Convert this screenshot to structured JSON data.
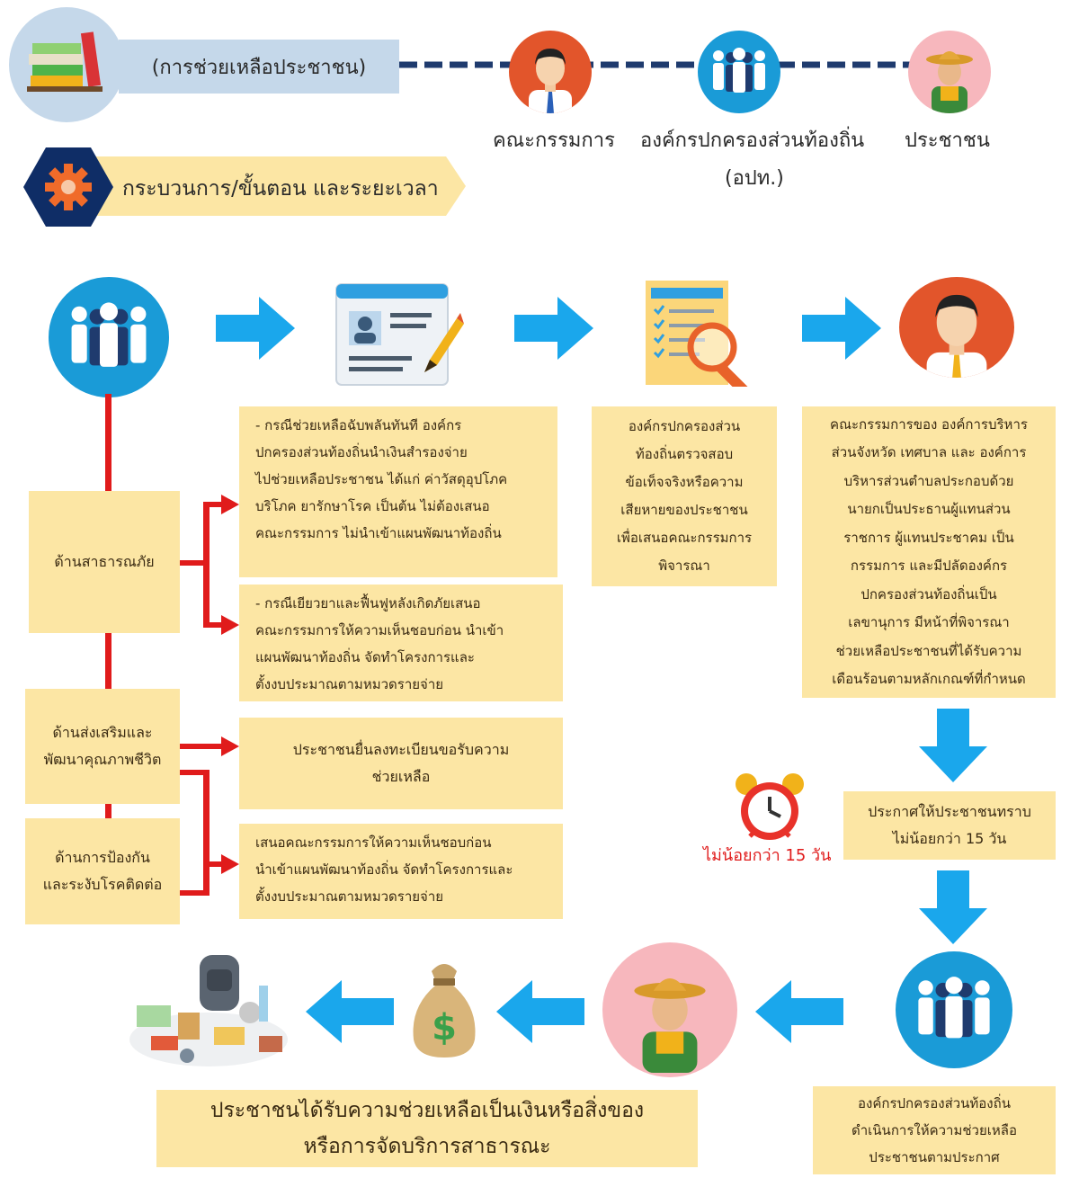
{
  "header": {
    "topic": "(การช่วยเหลือประชาชน)",
    "process_title": "กระบวนการ/ขั้นตอน และระยะเวลา",
    "roles": [
      {
        "label": "คณะกรรมการ"
      },
      {
        "label": "องค์กรปกครองส่วนท้องถิ่น",
        "sub": "(อปท.)"
      },
      {
        "label": "ประชาชน"
      }
    ]
  },
  "categories": {
    "public_disaster": "ด้านสาธารณภัย",
    "life_quality": [
      "ด้านส่งเสริมและ",
      "พัฒนาคุณภาพชีวิต"
    ],
    "disease": [
      "ด้านการป้องกัน",
      "และระงับโรคติดต่อ"
    ]
  },
  "boxes": {
    "emergency": [
      "- กรณีช่วยเหลือฉับพลันทันที องค์กร",
      "ปกครองส่วนท้องถิ่นนำเงินสำรองจ่าย",
      "ไปช่วยเหลือประชาชน ได้แก่ ค่าวัสดุอุปโภค",
      "บริโภค ยารักษาโรค เป็นต้น ไม่ต้องเสนอ",
      "คณะกรรมการ ไม่นำเข้าแผนพัฒนาท้องถิ่น"
    ],
    "recovery": [
      "- กรณีเยียวยาและฟื้นฟูหลังเกิดภัยเสนอ",
      "คณะกรรมการให้ความเห็นชอบก่อน นำเข้า",
      "แผนพัฒนาท้องถิ่น จัดทำโครงการและ",
      "ตั้งงบประมาณตามหมวดรายจ่าย"
    ],
    "register": [
      "ประชาชนยื่นลงทะเบียนขอรับความ",
      "ช่วยเหลือ"
    ],
    "propose": [
      "เสนอคณะกรรมการให้ความเห็นชอบก่อน",
      "นำเข้าแผนพัฒนาท้องถิ่น จัดทำโครงการและ",
      "ตั้งงบประมาณตามหมวดรายจ่าย"
    ],
    "inspect": [
      "องค์กรปกครองส่วน",
      "ท้องถิ่นตรวจสอบ",
      "ข้อเท็จจริงหรือความ",
      "เสียหายของประชาชน",
      "เพื่อเสนอคณะกรรมการ",
      "พิจารณา"
    ],
    "committee": [
      "คณะกรรมการของ องค์การบริหาร",
      "ส่วนจังหวัด เทศบาล และ องค์การ",
      "บริหารส่วนตำบลประกอบด้วย",
      "นายกเป็นประธานผู้แทนส่วน",
      "ราชการ ผู้แทนประชาคม เป็น",
      "กรรมการ และมีปลัดองค์กร",
      "ปกครองส่วนท้องถิ่นเป็น",
      "เลขานุการ มีหน้าที่พิจารณา",
      "ช่วยเหลือประชาชนที่ได้รับความ",
      "เดือนร้อนตามหลักเกณฑ์ที่กำหนด"
    ],
    "announce": [
      "ประกาศให้ประชาชนทราบ",
      "ไม่น้อยกว่า 15 วัน"
    ],
    "operate": [
      "องค์กรปกครองส่วนท้องถิ่น",
      "ดำเนินการให้ความช่วยเหลือ",
      "ประชาชนตามประกาศ"
    ],
    "result": [
      "ประชาชนได้รับความช่วยเหลือเป็นเงินหรือสิ่งของ",
      "หรือการจัดบริการสาธารณะ"
    ]
  },
  "clock_label": "ไม่น้อยกว่า 15 วัน",
  "colors": {
    "arrow_blue": "#1aa7ec",
    "red_line": "#e01b1b",
    "box_yellow": "#fce6a4",
    "circle_blue": "#1a9bd7",
    "circle_orange": "#e2552b",
    "circle_pink": "#f7b7bd",
    "navy": "#1f3b6e"
  }
}
